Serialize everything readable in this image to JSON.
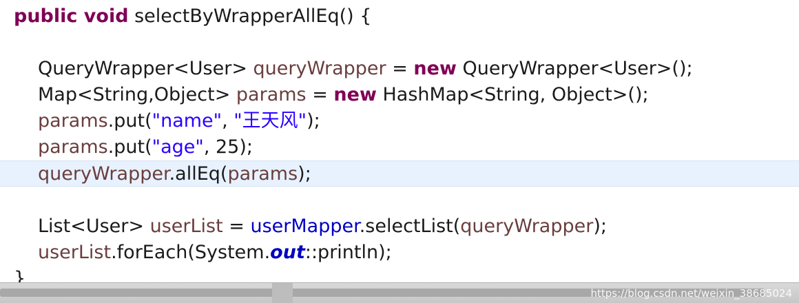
{
  "code": {
    "l1": {
      "kw": "public void",
      "plain": " selectByWrapperAllEq() {"
    },
    "l3": {
      "t1": "QueryWrapper<User> ",
      "v1": "queryWrapper",
      "t2": " = ",
      "kw": "new",
      "t3": " QueryWrapper<User>();"
    },
    "l4": {
      "t1": "Map<String,Object> ",
      "v1": "params",
      "t2": " = ",
      "kw": "new",
      "t3": " HashMap<String, Object>();"
    },
    "l5": {
      "v1": "params",
      "t1": ".put(",
      "s1": "\"name\"",
      "t2": ", ",
      "s2": "\"王天风\"",
      "t3": ");"
    },
    "l6": {
      "v1": "params",
      "t1": ".put(",
      "s1": "\"age\"",
      "t2": ", 25);"
    },
    "l7": {
      "v1": "queryWrapper",
      "t1": ".allEq(",
      "v2": "params",
      "t2": ");"
    },
    "l9": {
      "t1": "List<User> ",
      "v1": "userList",
      "t2": " = ",
      "f1": "userMapper",
      "t3": ".selectList(",
      "v2": "queryWrapper",
      "t4": ");"
    },
    "l10": {
      "v1": "userList",
      "t1": ".forEach(System.",
      "f1": "out",
      "t2": "::println);"
    },
    "l11": {
      "plain": "}"
    }
  },
  "watermark": "https://blog.csdn.net/weixin_38685024"
}
